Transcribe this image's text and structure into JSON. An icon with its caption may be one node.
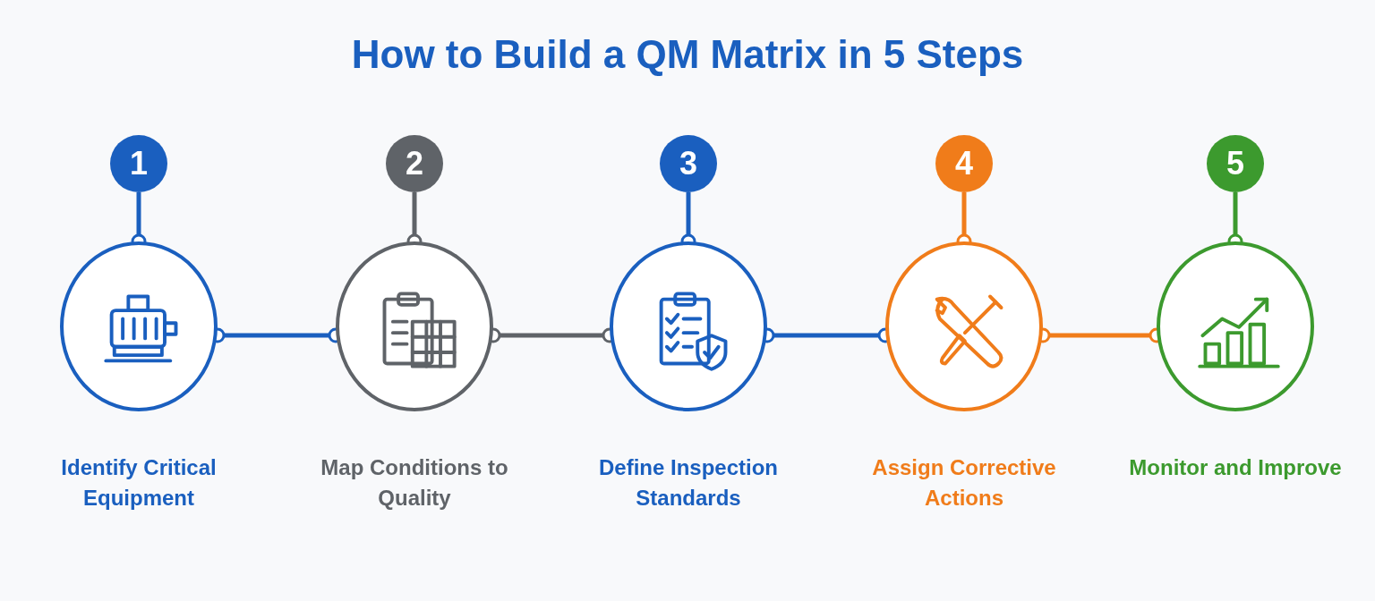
{
  "diagram": {
    "title": "How to Build a QM Matrix in 5 Steps",
    "nodes": [
      {
        "text": [
          "1"
        ]
      },
      {
        "text": [],
        "shape": "circle",
        "beside": [
          "Identify Critical Equipment"
        ]
      },
      {
        "text": [
          "2"
        ]
      },
      {
        "text": [],
        "shape": "circle",
        "beside": [
          "Map Conditions to Quality"
        ]
      },
      {
        "text": [
          "3"
        ]
      },
      {
        "text": [],
        "shape": "circle",
        "beside": [
          "Define Inspection Standards"
        ]
      },
      {
        "text": [
          "4"
        ]
      },
      {
        "text": [],
        "shape": "circle",
        "beside": [
          "Assign Corrective Actions"
        ]
      },
      {
        "text": [
          "5"
        ]
      },
      {
        "text": [],
        "shape": "circle",
        "beside": [
          "Monitor and Improve"
        ]
      }
    ],
    "edges": [
      {
        "from": 0,
        "to": 1,
        "arrow": "other",
        "color": "#1a5fbf"
      },
      {
        "from": 2,
        "to": 3,
        "arrow": "other",
        "color": "#5f6368"
      },
      {
        "from": 4,
        "to": 5,
        "arrow": "other",
        "color": "#1a5fbf"
      },
      {
        "from": 6,
        "to": 7,
        "arrow": "other",
        "color": "#f07c1a"
      },
      {
        "from": 8,
        "to": 9,
        "arrow": "other",
        "color": "#3c9a2e"
      },
      {
        "from": 1,
        "to": 3,
        "arrow": "other",
        "color": "#1a5fbf"
      },
      {
        "from": 3,
        "to": 5,
        "arrow": "other",
        "color": "#5f6368"
      },
      {
        "from": 5,
        "to": 7,
        "arrow": "other",
        "color": "#1a5fbf"
      },
      {
        "from": 7,
        "to": 9,
        "arrow": "other",
        "color": "#f07c1a"
      }
    ]
  }
}
